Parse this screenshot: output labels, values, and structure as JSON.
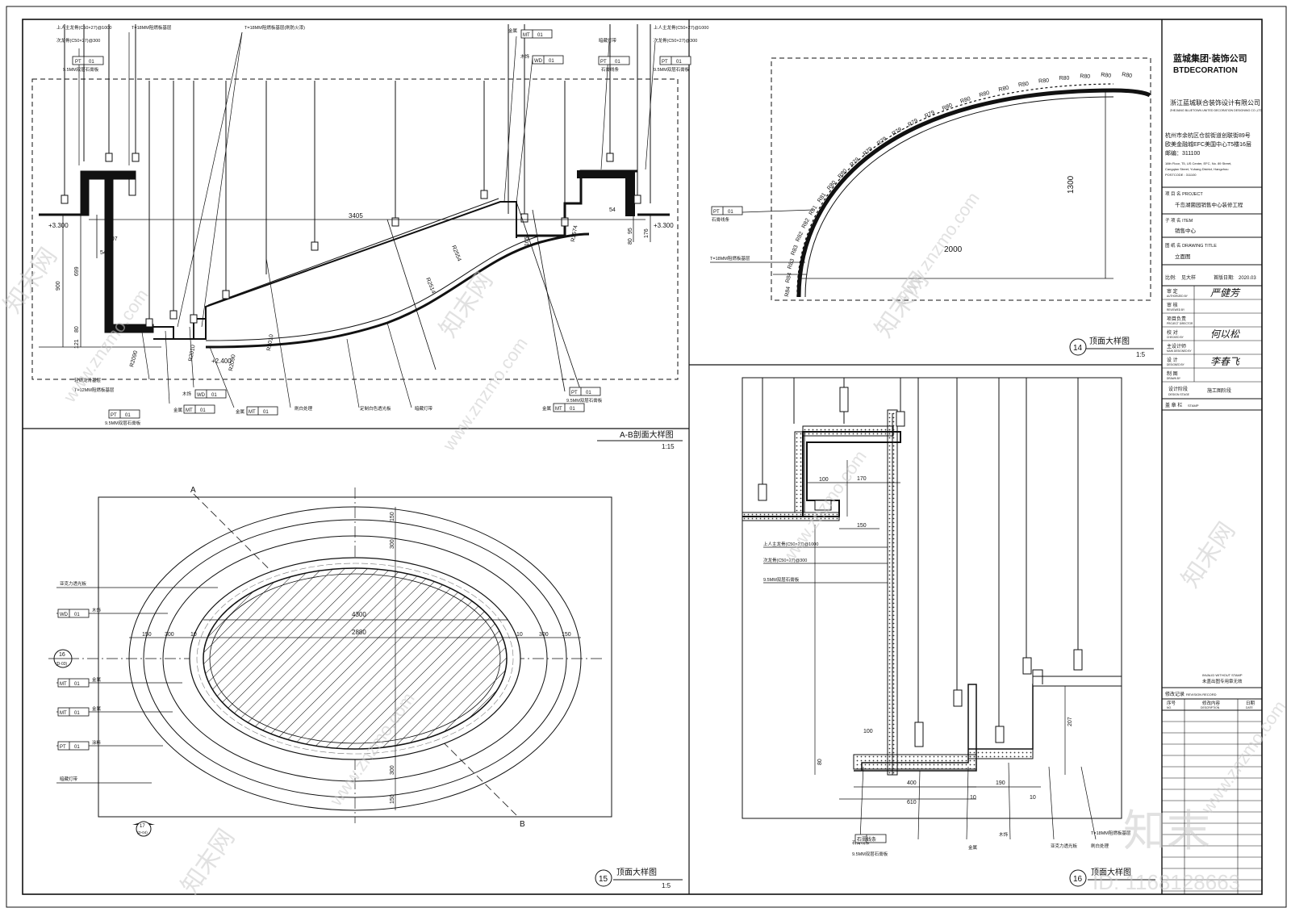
{
  "drawings": {
    "ab_section": {
      "title": "A-B剖面大样图",
      "scale": "1:15",
      "labels": {
        "main_keel": "上人主龙骨(C50×27)@1000",
        "sub_keel": "次龙骨(C50×27)@300",
        "board_base": "T=18MM阻燃板基层",
        "board_base_fire": "T=18MM阻燃板基层(刷防火漆)",
        "gypsum": "9.5MM双层石膏板",
        "metal": "金属",
        "wood": "木饰",
        "hidden_light": "暗藏灯带",
        "stone": "石膏线条",
        "light_keel": "轻钢龙骨基层",
        "board_12": "T=12MM阻燃板基层",
        "paint": "刷白处理",
        "custom_panel": "定制白色透光板"
      },
      "tags": {
        "pt": "PT",
        "mt": "MT",
        "wd": "WD",
        "n01": "01"
      },
      "dims": {
        "level_left": "+3.300",
        "level_right": "+3.300",
        "span": "3405",
        "d900": "900",
        "d699": "699",
        "d121": "121",
        "d80": "80",
        "d107": "107",
        "d54": "54",
        "d54b": "54",
        "d95": "95",
        "d80b": "80",
        "d176": "176",
        "r2010": "R2010",
        "r2090": "R2090",
        "r2010b": "R2010",
        "r2090b": "R2090",
        "r2514": "R2514",
        "r2554": "R2554",
        "r2574": "R2574",
        "r2010c": "R2010",
        "level_mid": "+2.400",
        "r165": "165"
      }
    },
    "detail_14": {
      "num": "14",
      "title": "顶面大样图",
      "scale": "1:5",
      "pt": "PT",
      "n01": "01",
      "stone": "石膏线条",
      "board": "T=18MM阻燃板基层",
      "dim_w": "2000",
      "dim_h": "1300",
      "radii": [
        "R84",
        "R84",
        "R83",
        "R83",
        "R82",
        "R82",
        "R81",
        "R81",
        "R80",
        "R80",
        "R79",
        "R79",
        "R79",
        "R79",
        "R79",
        "R79",
        "R80",
        "R80",
        "R80",
        "R80",
        "R80",
        "R80",
        "R80",
        "R80",
        "R80",
        "R80"
      ]
    },
    "detail_15": {
      "num": "15",
      "title": "顶面大样图",
      "scale": "1:5",
      "axis_a": "A",
      "axis_b": "B",
      "ref_16": "16",
      "ref_16s": "(D-03)",
      "ref_17": "17",
      "ref_17s": "(D-04)",
      "labels": {
        "acrylic": "亚克力透光板",
        "wood": "木饰",
        "metal": "金属",
        "metal2": "金属",
        "paint": "涂料",
        "light": "暗藏灯带"
      },
      "tags": [
        {
          "code": "WD",
          "n": "01"
        },
        {
          "code": "MT",
          "n": "01"
        },
        {
          "code": "MT",
          "n": "01"
        },
        {
          "code": "PT",
          "n": "01"
        }
      ],
      "dims": {
        "w4300": "4300",
        "w2880": "2880",
        "h150": "150",
        "h300": "300",
        "h150b": "150",
        "h300b": "300",
        "l150": "150",
        "l300": "300",
        "r10": "10",
        "r150": "150",
        "r300": "300",
        "r10b": "10",
        "d150": "150",
        "d300": "300"
      }
    },
    "detail_16": {
      "num": "16",
      "title": "顶面大样图",
      "labels": {
        "main_keel": "上人主龙骨(C50×27)@1000",
        "sub_keel": "次龙骨(C50×27)@300",
        "gypsum": "9.5MM双层石膏板",
        "stone": "石膏线条",
        "gypsum2": "9.5MM双层石膏板",
        "metal": "金属",
        "wood": "木饰",
        "board": "T=18MM阻燃板基层",
        "paint": "刷白处理",
        "acrylic": "亚克力透光板"
      },
      "dims": {
        "d100": "100",
        "d170": "170",
        "d150": "150",
        "d100b": "100",
        "d80": "80",
        "d400": "400",
        "d610": "610",
        "d10": "10",
        "d190": "190",
        "d10b": "10",
        "d207": "207"
      }
    }
  },
  "title_block": {
    "logo_cn": "蓝城集团·装饰公司",
    "logo_en": "BTDECORATION",
    "company_cn": "浙江蓝城联合装饰设计有限公司",
    "company_en": "ZHEJIANG BLUETOWN UNITED DECORATION DESIGNING CO.,LTD",
    "address_1": "杭州市余杭区仓前街道创联街89号",
    "address_2": "欧美金融城EFC美国中心T5楼16层",
    "postcode": "邮编：311100",
    "address_en_1": "16th Floor, T5, US Center, EFC, No. 89 Street,",
    "address_en_2": "Cangqian Street, Yuhang District, Hangzhou",
    "address_en_3": "POSTCODE : 311100",
    "project_label": "项 目 名 PROJECT",
    "project": "千岛湖菌园销售中心装修工程",
    "item_label": "子 项 名 ITEM",
    "item": "销售中心",
    "drawing_label": "图 纸 名 DRAWING TITLE",
    "drawing": "立面图",
    "scale_label": "比例:",
    "scale": "见大样",
    "date_label": "首版日期:",
    "date": "2020.03",
    "rows": [
      {
        "label": "审 定",
        "en": "AUTHORIZED BY",
        "sig": "严健芳"
      },
      {
        "label": "审 核",
        "en": "REVIEWED BY",
        "sig": ""
      },
      {
        "label": "项目负责",
        "en": "PROJECT DIRECTOR",
        "sig": ""
      },
      {
        "label": "校 对",
        "en": "CHECKED BY",
        "sig": "何以松"
      },
      {
        "label": "主设计师",
        "en": "MAIN DESIGNED BY",
        "sig": ""
      },
      {
        "label": "设 计",
        "en": "DESIGNED BY",
        "sig": "李春飞"
      },
      {
        "label": "制 图",
        "en": "DRAWN BY",
        "sig": ""
      }
    ],
    "stage_label": "设计阶段",
    "stage_en": "DESIGN STAGE",
    "stage": "施工图阶段",
    "stamp_label": "盖 章 栏",
    "stamp_en": "STAMP",
    "invalid_en": "INVALID WITHOUT STAMP",
    "invalid_cn": "未盖出图专用章无效",
    "revision_label": "修改记录",
    "revision_en": "REVISION RECORD",
    "rev_cols": [
      "序号",
      "修改内容",
      "日期"
    ],
    "rev_cols_en": [
      "NO.",
      "DESCRIPTION",
      "DATE"
    ]
  },
  "watermarks": {
    "brand_big": "知末",
    "id": "ID: 1168128663",
    "site": "www.znzmo.com",
    "cn": "知末网"
  },
  "colors": {
    "line": "#111111",
    "watermark": "#cccccc"
  }
}
